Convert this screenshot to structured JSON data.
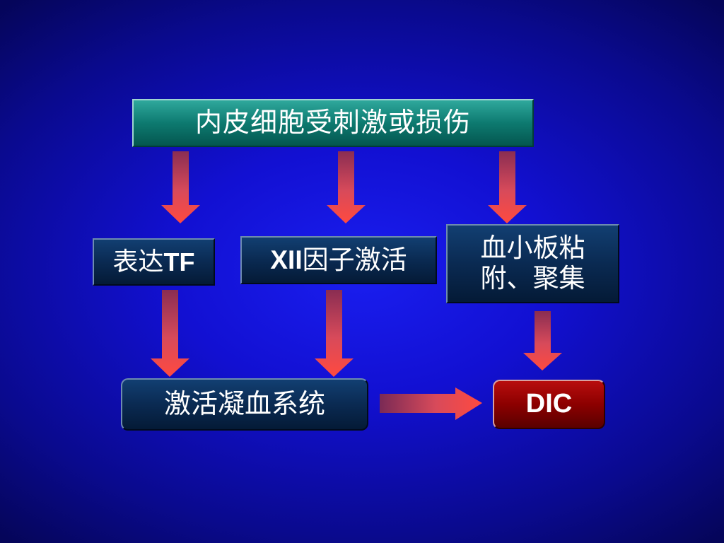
{
  "diagram": {
    "top_box": "内皮细胞受刺激或损伤",
    "tf_box": {
      "cn": "表达",
      "latin": "TF"
    },
    "xii_box": {
      "latin": "XII",
      "cn": "因子激活"
    },
    "platelet_box": {
      "line1": "血小板粘",
      "line2": "附、聚集"
    },
    "coag_box": "激活凝血系统",
    "dic_box": "DIC"
  },
  "colors": {
    "background": "#1210d2",
    "top_box": "#0d7a70",
    "node_box": "#0a2a52",
    "dic_box": "#8c0000",
    "arrow": "#f04848"
  }
}
